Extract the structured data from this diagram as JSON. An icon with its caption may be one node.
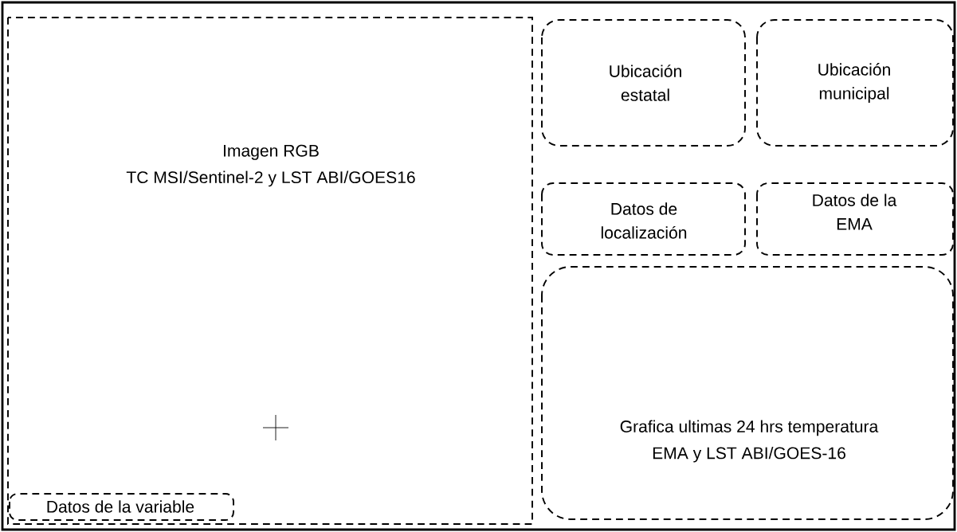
{
  "diagram": {
    "nodes": [
      {
        "text": [
          "Imagen RGB",
          "TC MSI/Sentinel-2 y LST ABI/GOES16"
        ]
      },
      {
        "text": [
          "Datos de la variable"
        ],
        "in": 0
      },
      {
        "text": [
          "Ubicación estatal"
        ]
      },
      {
        "text": [
          "Ubicación municipal"
        ]
      },
      {
        "text": [
          "Datos de localización"
        ]
      },
      {
        "text": [
          "Datos de la EMA"
        ]
      },
      {
        "text": [
          "Grafica ultimas 24 hrs temperatura",
          "EMA y  LST ABI/GOES-16"
        ]
      }
    ]
  }
}
